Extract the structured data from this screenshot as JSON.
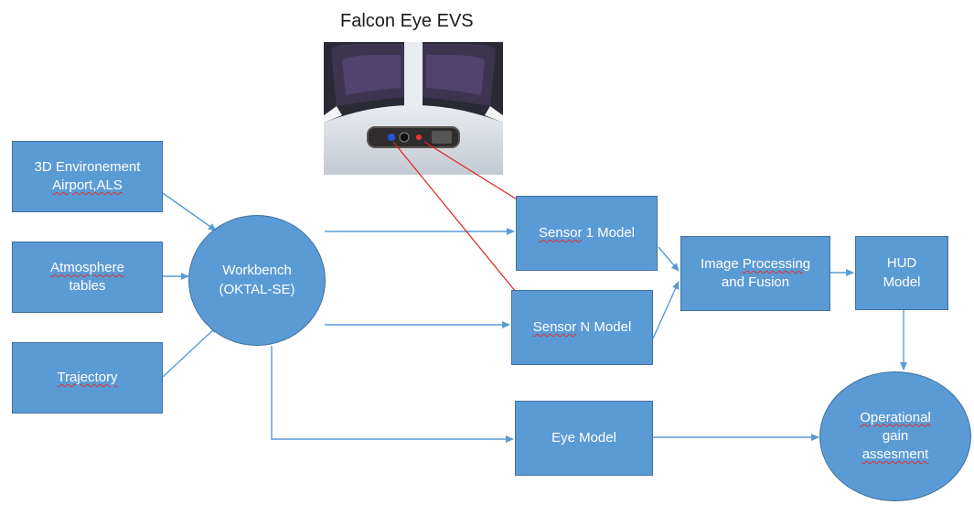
{
  "title": "Falcon Eye EVS",
  "photo": {
    "description_icon": "aircraft-nose-camera"
  },
  "nodes": {
    "env": {
      "line1": "3D Environement",
      "line2": "Airport,ALS"
    },
    "atmosphere": {
      "line1": "Atmosphere",
      "line2": "tables"
    },
    "trajectory": {
      "label": "Trajectory"
    },
    "workbench": {
      "line1": "Workbench",
      "line2": "(OKTAL-SE)"
    },
    "sensor1": {
      "w1": "Sensor",
      "w2": " 1 Model"
    },
    "sensorN": {
      "w1": "Sensor",
      "w2": " N Model"
    },
    "imgproc": {
      "line1a": "Image ",
      "line1b": "Processing",
      "line2": "and Fusion"
    },
    "hud": {
      "line1": "HUD",
      "line2": "Model"
    },
    "eye": {
      "label": "Eye Model"
    },
    "opgain": {
      "line1": "Operational",
      "line2": "gain",
      "line3": "assesment"
    }
  },
  "colors": {
    "box_fill": "#5b9bd5",
    "box_border": "#41719c",
    "arrow": "#5b9bd5",
    "pointer": "#e02020"
  }
}
